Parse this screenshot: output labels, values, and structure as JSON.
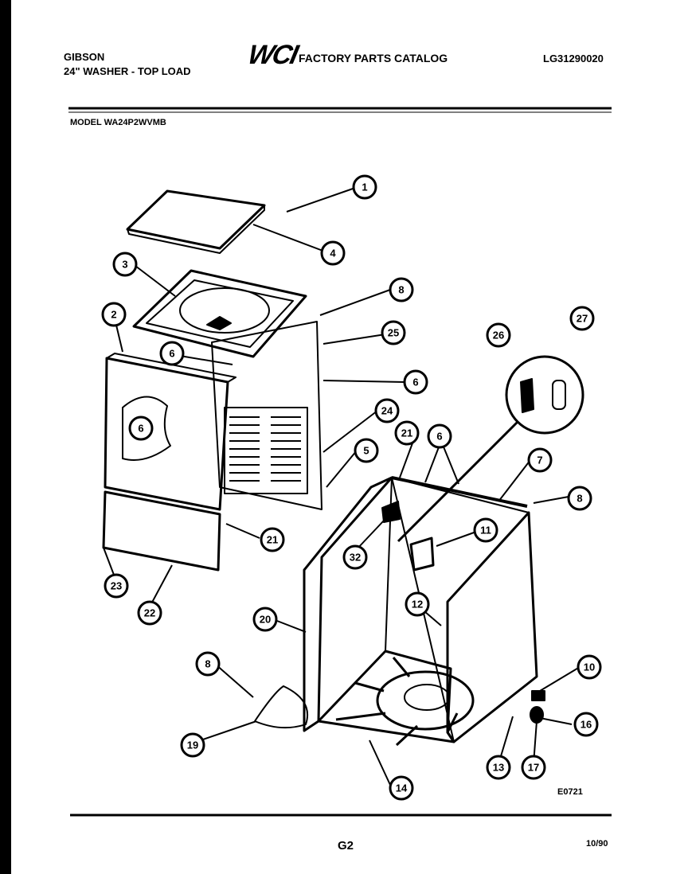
{
  "header": {
    "brand": "GIBSON",
    "product": "24\" WASHER - TOP LOAD",
    "logo_text": "WCI",
    "catalog_title": "FACTORY PARTS CATALOG",
    "catalog_number": "LG31290020",
    "model": "MODEL WA24P2WVMB"
  },
  "diagram": {
    "callouts": [
      {
        "id": "c1",
        "label": "1"
      },
      {
        "id": "c4",
        "label": "4"
      },
      {
        "id": "c3",
        "label": "3"
      },
      {
        "id": "c8a",
        "label": "8"
      },
      {
        "id": "c2",
        "label": "2"
      },
      {
        "id": "c25",
        "label": "25"
      },
      {
        "id": "c6a",
        "label": "6"
      },
      {
        "id": "c6b",
        "label": "6"
      },
      {
        "id": "c26",
        "label": "26"
      },
      {
        "id": "c27",
        "label": "27"
      },
      {
        "id": "c6c",
        "label": "6"
      },
      {
        "id": "c24",
        "label": "24"
      },
      {
        "id": "c21a",
        "label": "21"
      },
      {
        "id": "c6d",
        "label": "6"
      },
      {
        "id": "c5",
        "label": "5"
      },
      {
        "id": "c7",
        "label": "7"
      },
      {
        "id": "c8b",
        "label": "8"
      },
      {
        "id": "c21b",
        "label": "21"
      },
      {
        "id": "c11",
        "label": "11"
      },
      {
        "id": "c32",
        "label": "32"
      },
      {
        "id": "c23",
        "label": "23"
      },
      {
        "id": "c22",
        "label": "22"
      },
      {
        "id": "c12",
        "label": "12"
      },
      {
        "id": "c20",
        "label": "20"
      },
      {
        "id": "c8c",
        "label": "8"
      },
      {
        "id": "c10",
        "label": "10"
      },
      {
        "id": "c16",
        "label": "16"
      },
      {
        "id": "c19",
        "label": "19"
      },
      {
        "id": "c13",
        "label": "13"
      },
      {
        "id": "c17",
        "label": "17"
      },
      {
        "id": "c14",
        "label": "14"
      }
    ],
    "figure_code": "E0721"
  },
  "footer": {
    "page": "G2",
    "date": "10/90"
  }
}
